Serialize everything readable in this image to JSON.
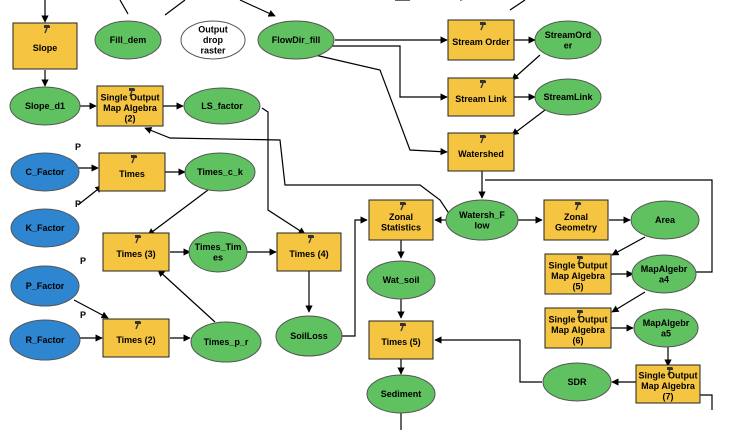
{
  "colors": {
    "tool": "#f5c542",
    "derived": "#5fc160",
    "input": "#2e86d1",
    "output_empty": "#ffffff"
  },
  "nodes": {
    "slope": {
      "text": [
        "Slope"
      ]
    },
    "fill_dem": {
      "text": [
        "Fill_dem"
      ]
    },
    "output_drop": {
      "text": [
        "Output",
        "drop",
        "raster"
      ]
    },
    "flowdir_fill": {
      "text": [
        "FlowDir_fill"
      ]
    },
    "stream_order": {
      "text": [
        "Stream Order"
      ]
    },
    "streamorder_out": {
      "text": [
        "StreamOrd",
        "er"
      ]
    },
    "stream_link": {
      "text": [
        "Stream Link"
      ]
    },
    "streamlink_out": {
      "text": [
        "StreamLink"
      ]
    },
    "watershed": {
      "text": [
        "Watershed"
      ]
    },
    "slope_d1": {
      "text": [
        "Slope_d1"
      ]
    },
    "sma2": {
      "text": [
        "Single Output",
        "Map Algebra",
        "(2)"
      ]
    },
    "ls_factor": {
      "text": [
        "LS_factor"
      ]
    },
    "c_factor": {
      "text": [
        "C_Factor"
      ]
    },
    "k_factor": {
      "text": [
        "K_Factor"
      ]
    },
    "times1": {
      "text": [
        "Times"
      ]
    },
    "times_c_k": {
      "text": [
        "Times_c_k"
      ]
    },
    "times3": {
      "text": [
        "Times (3)"
      ]
    },
    "times_times": {
      "text": [
        "Times_Tim",
        "es"
      ]
    },
    "times4": {
      "text": [
        "Times (4)"
      ]
    },
    "p_factor": {
      "text": [
        "P_Factor"
      ]
    },
    "r_factor": {
      "text": [
        "R_Factor"
      ]
    },
    "times2": {
      "text": [
        "Times (2)"
      ]
    },
    "times_p_r": {
      "text": [
        "Times_p_r"
      ]
    },
    "soilloss": {
      "text": [
        "SoilLoss"
      ]
    },
    "zonal_stats": {
      "text": [
        "Zonal",
        "Statistics"
      ]
    },
    "watersh_flow": {
      "text": [
        "Watersh_F",
        "low"
      ]
    },
    "zonal_geom": {
      "text": [
        "Zonal",
        "Geometry"
      ]
    },
    "area": {
      "text": [
        "Area"
      ]
    },
    "wat_soil": {
      "text": [
        "Wat_soil"
      ]
    },
    "sma5": {
      "text": [
        "Single Output",
        "Map Algebra",
        "(5)"
      ]
    },
    "mapalgebra4": {
      "text": [
        "MapAlgebr",
        "a4"
      ]
    },
    "sma6": {
      "text": [
        "Single Output",
        "Map Algebra",
        "(6)"
      ]
    },
    "mapalgebra5": {
      "text": [
        "MapAlgebr",
        "a5"
      ]
    },
    "times5": {
      "text": [
        "Times (5)"
      ]
    },
    "sdr": {
      "text": [
        "SDR"
      ]
    },
    "sma7": {
      "text": [
        "Single Output",
        "Map Algebra",
        "(7)"
      ]
    },
    "sediment": {
      "text": [
        "Sediment"
      ]
    }
  },
  "param_markers": {
    "c_factor": "P",
    "k_factor": "P",
    "p_factor": "P",
    "r_factor": "P"
  }
}
